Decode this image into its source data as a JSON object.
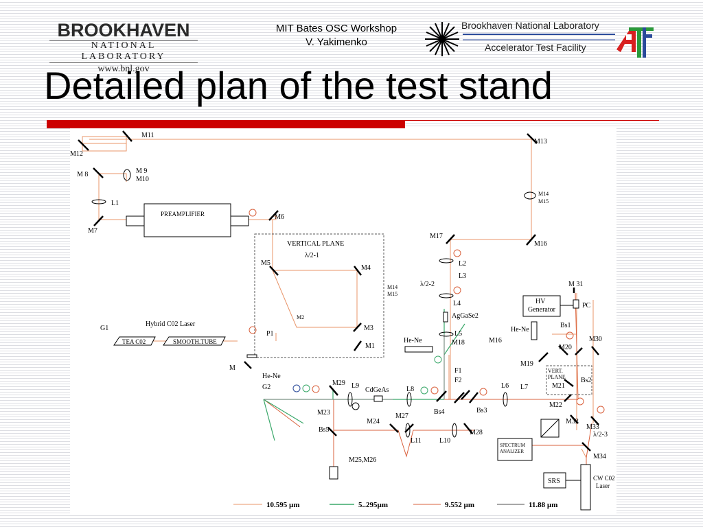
{
  "header": {
    "bnl_logo": {
      "name": "BROOKHAVEN",
      "subtitle": "NATIONAL LABORATORY",
      "url": "www.bnl.gov"
    },
    "workshop_line1": "MIT Bates OSC Workshop",
    "workshop_line2": "V. Yakimenko",
    "atf_line1": "Brookhaven National Laboratory",
    "atf_line2": "Accelerator Test Facility"
  },
  "title": "Detailed plan of the test stand",
  "diagram": {
    "labels": {
      "m11": "M11",
      "m12": "M12",
      "m13": "M13",
      "m8": "M 8",
      "m9": "M 9",
      "m10": "M10",
      "l1": "L1",
      "m7": "M7",
      "preamp": "PREAMPLIFIER",
      "m6": "M6",
      "m14a": "M14",
      "m15a": "M15",
      "m16": "M16",
      "m17": "M17",
      "vertical_plane": "VERTICAL PLANE",
      "lambda2_1": "λ/2-1",
      "m5": "M5",
      "m4": "M4",
      "m14b": "M14",
      "m15b": "M15",
      "m2": "M2",
      "m3": "M3",
      "m1": "M1",
      "l2": "L2",
      "l3": "L3",
      "lambda2_2": "λ/2-2",
      "l4": "L4",
      "aggase2": "AgGaSe2",
      "l5": "L5",
      "m18": "M18",
      "hene_a": "He-Ne",
      "f1": "F1",
      "f2": "F2",
      "g1": "G1",
      "hybrid": "Hybrid  C02 Laser",
      "tea": "TEA C02",
      "smooth": "SMOOTH.TUBE",
      "p1": "P1",
      "m": "M",
      "hene_b": "He-Ne",
      "g2": "G2",
      "m29": "M29",
      "l9": "L9",
      "cdgeas": "CdGeAs",
      "l8": "L8",
      "m23": "M23",
      "bs5": "Bs5",
      "m24": "M24",
      "m27": "M27",
      "l11": "L11",
      "l10": "L10",
      "m28": "M28",
      "m25m26": "M25,M26",
      "bs4": "Bs4",
      "bs3": "Bs3",
      "l6": "L6",
      "l7": "L7",
      "m16b": "M16",
      "hene_c": "He-Ne",
      "m19": "M19",
      "m20": "M20",
      "vert_plane_small1": "VERT.",
      "vert_plane_small2": "PLANE",
      "m21": "M21",
      "bs2": "Bs2",
      "bs1": "Bs1",
      "m22": "M22",
      "m30": "M30",
      "m31": "M 31",
      "pc": "PC",
      "hv1": "HV",
      "hv2": "Generator",
      "m32": "M32",
      "m33": "M33",
      "lambda2_3": "λ/2-3",
      "m34": "M34",
      "spectrum1": "SPECTRUM",
      "spectrum2": "ANALIZER",
      "srs": "SRS",
      "cw1": "CW C02",
      "cw2": "Laser"
    },
    "legend": [
      {
        "label": "10.595 µm",
        "color": "#e8956a"
      },
      {
        "label": "5..295µm",
        "color": "#3aa86a"
      },
      {
        "label": "9.552 µm",
        "color": "#d9603c"
      },
      {
        "label": "11.88 µm",
        "color": "#8a8a8a"
      }
    ],
    "colors": {
      "beam_main": "#e8956a",
      "beam_green": "#3aa86a",
      "beam_red": "#d9603c",
      "beam_gray": "#8a8a8a",
      "accent_red": "#cc0000"
    }
  }
}
